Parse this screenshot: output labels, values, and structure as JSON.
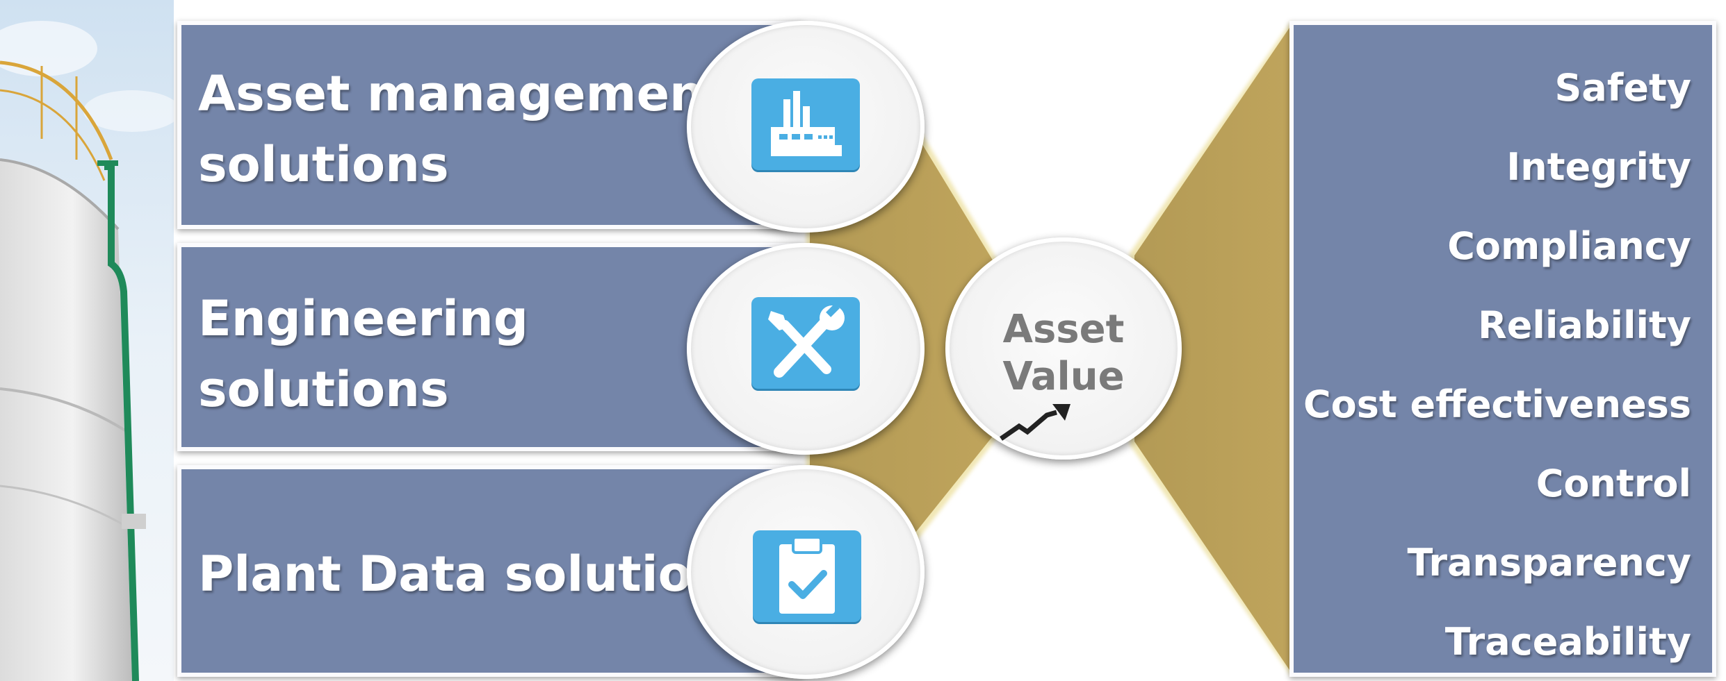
{
  "solutions": [
    {
      "label": "Asset management\nsolutions",
      "icon": "factory-icon"
    },
    {
      "label": "Engineering\nsolutions",
      "icon": "wrench-screwdriver-icon"
    },
    {
      "label": "Plant Data solutions",
      "icon": "clipboard-check-icon"
    }
  ],
  "center": {
    "line1": "Asset",
    "line2": "Value",
    "icon": "trend-up-arrow-icon"
  },
  "benefits": [
    "Safety",
    "Integrity",
    "Compliancy",
    "Reliability",
    "Cost effectiveness",
    "Control",
    "Transparency",
    "Traceability"
  ],
  "colors": {
    "bar": "#7485a9",
    "funnel": "#b8a05a",
    "icon_tile": "#4aaee3",
    "value_text": "#7a7a7a"
  }
}
